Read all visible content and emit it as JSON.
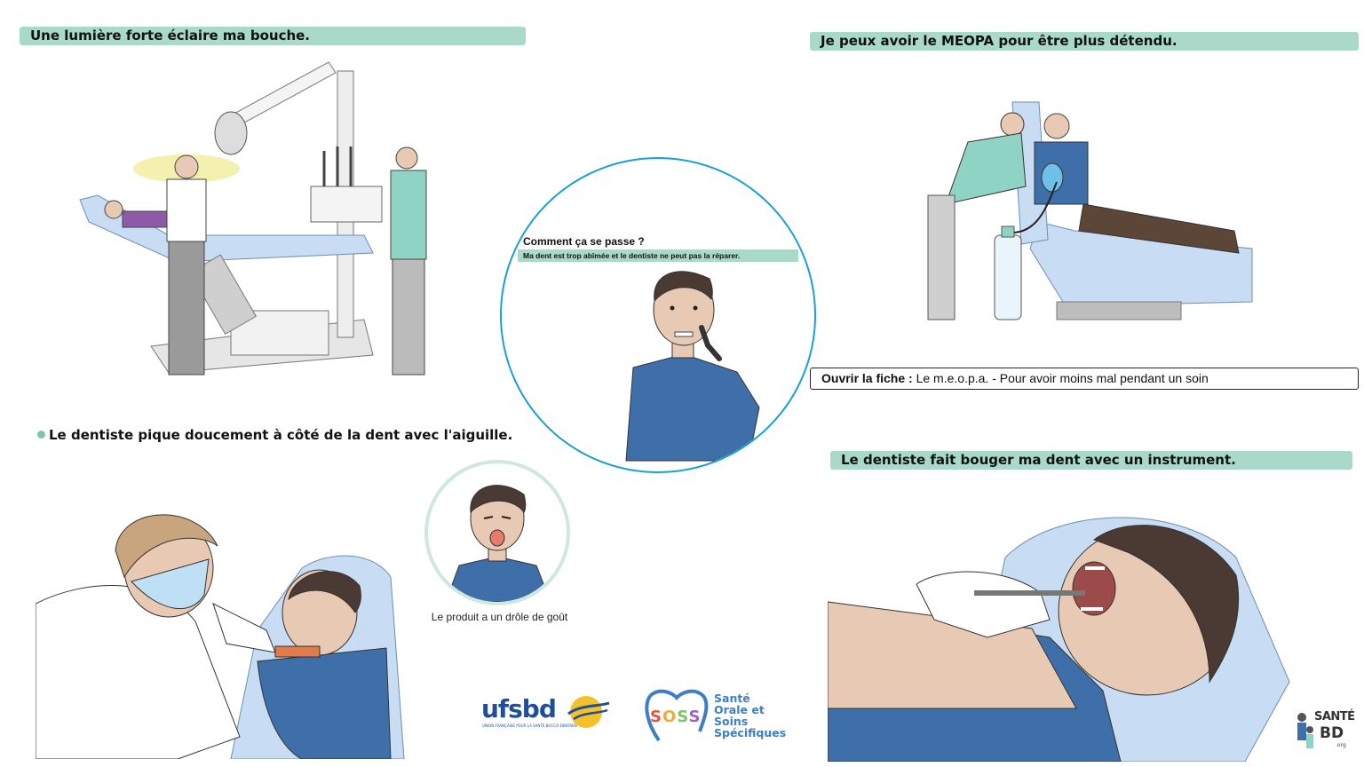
{
  "sections": {
    "light": {
      "heading": "Une lumière forte éclaire ma bouche."
    },
    "meopa": {
      "heading": "Je peux avoir le MEOPA pour être plus détendu."
    },
    "needle": {
      "heading": "Le dentiste pique doucement à côté de la dent avec l'aiguille."
    },
    "instrument": {
      "heading": "Le dentiste fait bouger ma dent avec un instrument."
    }
  },
  "center_card": {
    "title": "Comment ça se passe ?",
    "subtitle": "Ma dent est trop abîmée et le dentiste ne peut pas la réparer."
  },
  "taste_card": {
    "caption": "Le produit a un drôle de goût"
  },
  "fiche_link": {
    "label": "Ouvrir la fiche :",
    "text": "Le m.e.o.p.a. - Pour avoir moins mal pendant un soin"
  },
  "logos": {
    "ufsbd": {
      "name": "ufsbd",
      "tagline": "UNION FRANÇAISE POUR LA SANTÉ BUCCO-DENTAIRE"
    },
    "soss": {
      "word": "SOSS",
      "text": "Santé\nOrale et\nSoins\nSpécifiques"
    },
    "santebd": {
      "line1": "SANTÉ",
      "line2": "BD",
      "line3": ".org"
    }
  },
  "colors": {
    "banner": "#a9d9c8",
    "circle_border": "#1aa0d0",
    "shirt_blue": "#3f6fa8",
    "chair_blue": "#c8ddf3",
    "scrubs": "#8fd3c4"
  }
}
